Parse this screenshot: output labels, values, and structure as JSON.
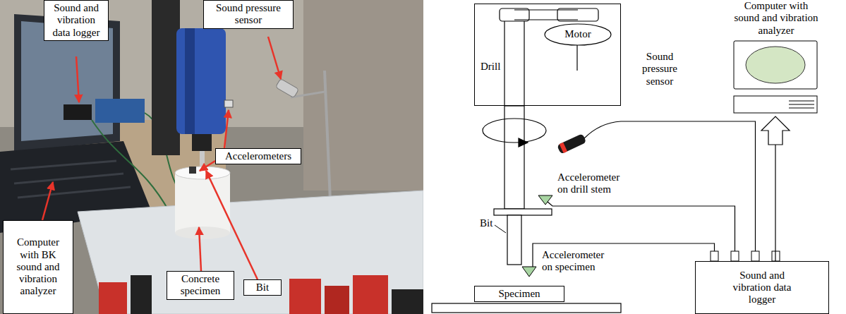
{
  "diagram": {
    "nodes": [
      {
        "text": [
          "Sound and vibration data logger"
        ]
      },
      {
        "text": [
          "Sound pressure sensor"
        ]
      },
      {
        "text": [
          "Accelerometers"
        ]
      },
      {
        "text": [
          "Computer with BK sound and vibration analyzer"
        ]
      },
      {
        "text": [
          "Concrete specimen"
        ]
      },
      {
        "text": [
          "Bit"
        ]
      },
      {
        "text": [
          "Drill"
        ]
      },
      {
        "text": [
          "Motor"
        ],
        "in": 6
      },
      {
        "text": [
          "Computer with sound and vibration analyzer"
        ]
      },
      {
        "text": [
          "Specimen"
        ]
      },
      {
        "text": [
          "Sound and vibration data logger"
        ]
      }
    ],
    "edges": [
      {
        "from": 10,
        "to": 8,
        "arrow": "to"
      }
    ],
    "labels": [
      "Sound pressure sensor",
      "Accelerometer on drill stem",
      "Accelerometer on specimen",
      "Bit"
    ]
  }
}
